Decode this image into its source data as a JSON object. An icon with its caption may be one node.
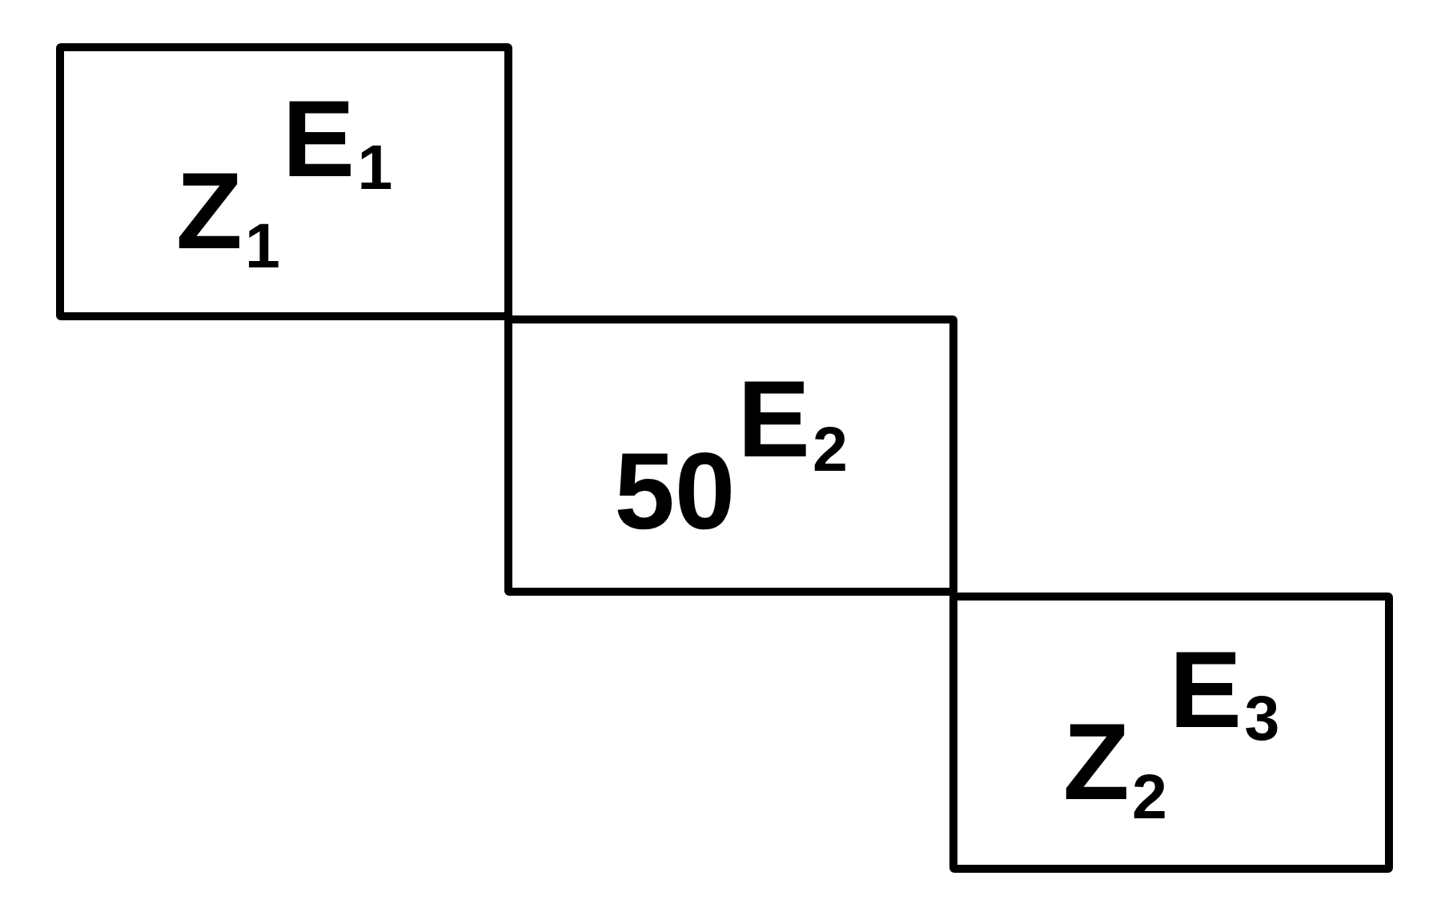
{
  "diagram": {
    "nodes": [
      {
        "text": [
          "Z$_{1}$$^{E}$$_{1}$"
        ]
      },
      {
        "text": [
          "50$^{E}$$_{2}$"
        ]
      },
      {
        "text": [
          "Z$_{2}$$^{E}$$_{3}$"
        ]
      }
    ]
  }
}
